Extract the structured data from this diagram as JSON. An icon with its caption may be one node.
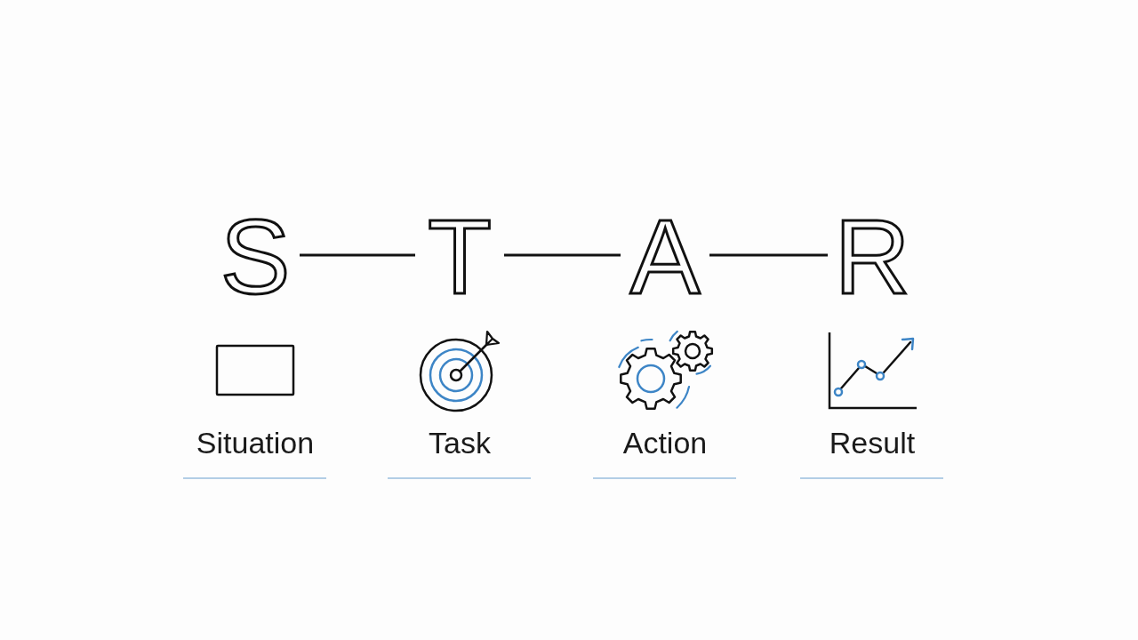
{
  "diagram": {
    "nodes": [
      {
        "text": [
          "S"
        ]
      },
      {
        "text": [
          "T"
        ]
      },
      {
        "text": [
          "A"
        ]
      },
      {
        "text": [
          "R"
        ]
      }
    ],
    "edges": [
      {
        "from": 0,
        "to": 1,
        "arrow": "none"
      },
      {
        "from": 1,
        "to": 2,
        "arrow": "none"
      },
      {
        "from": 2,
        "to": 3,
        "arrow": "none"
      }
    ],
    "labels": [
      "Situation",
      "Task",
      "Action",
      "Result"
    ]
  }
}
